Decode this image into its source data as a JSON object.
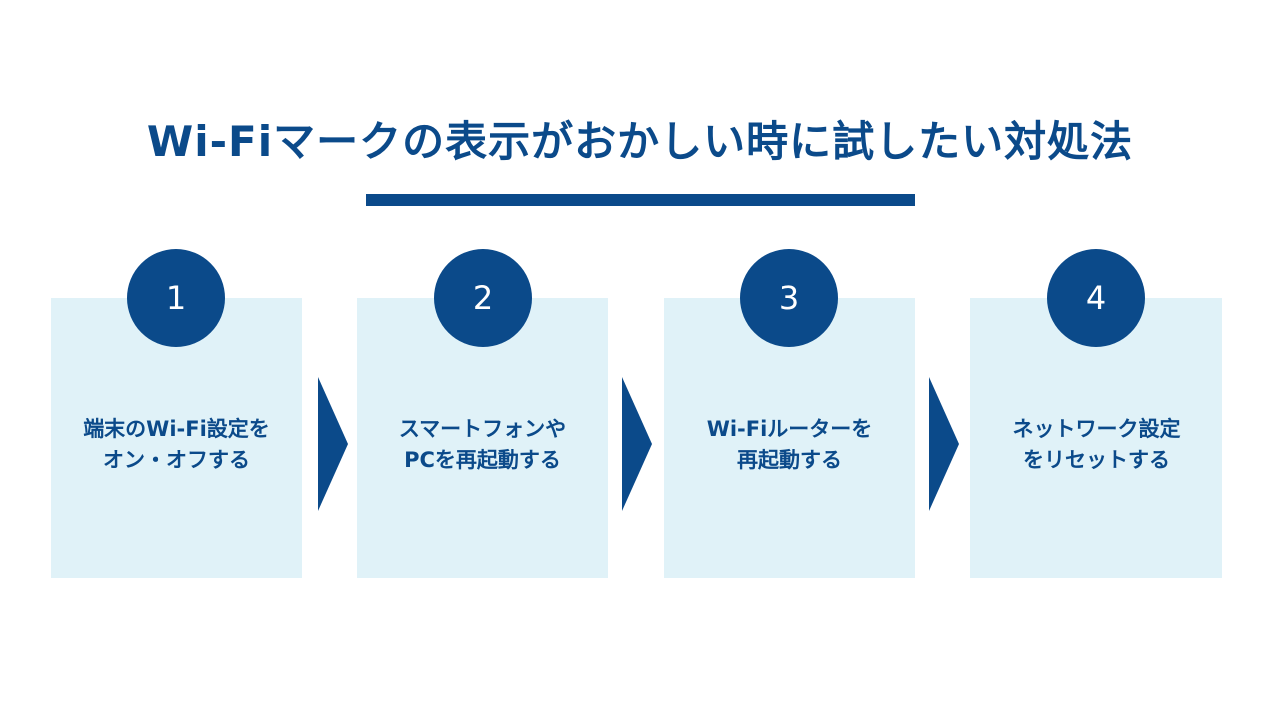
{
  "title": "Wi-Fiマークの表示がおかしい時に試したい対処法",
  "colors": {
    "primary": "#0b4a8a",
    "box": "#e0f2f8"
  },
  "steps": [
    {
      "number": "1",
      "line1": "端末のWi-Fi設定を",
      "line2": "オン・オフする"
    },
    {
      "number": "2",
      "line1": "スマートフォンや",
      "line2": "PCを再起動する"
    },
    {
      "number": "3",
      "line1": "Wi-Fiルーターを",
      "line2": "再起動する"
    },
    {
      "number": "4",
      "line1": "ネットワーク設定",
      "line2": "をリセットする"
    }
  ]
}
